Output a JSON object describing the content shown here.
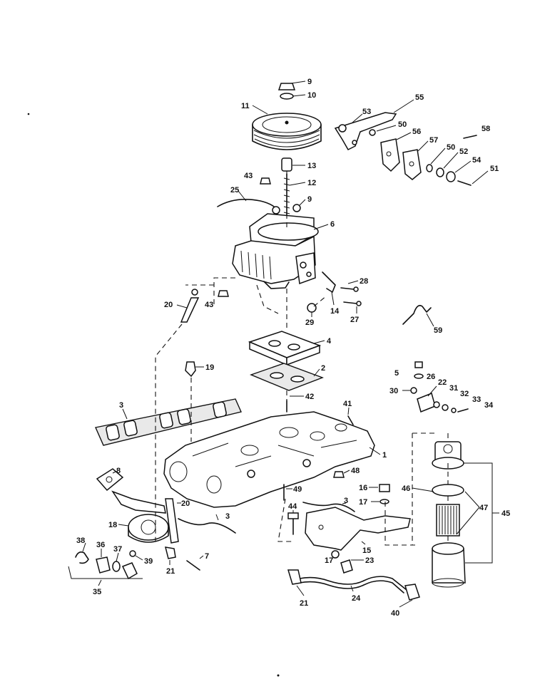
{
  "callouts": [
    "9",
    "10",
    "11",
    "13",
    "12",
    "43",
    "25",
    "9",
    "6",
    "55",
    "53",
    "50",
    "56",
    "57",
    "58",
    "50",
    "52",
    "54",
    "51",
    "20",
    "43",
    "28",
    "14",
    "27",
    "29",
    "59",
    "4",
    "19",
    "2",
    "5",
    "26",
    "30",
    "22",
    "31",
    "32",
    "33",
    "34",
    "3",
    "42",
    "41",
    "1",
    "8",
    "48",
    "16",
    "46",
    "47",
    "45",
    "18",
    "20",
    "3",
    "49",
    "44",
    "3",
    "17",
    "15",
    "38",
    "36",
    "37",
    "39",
    "21",
    "7",
    "35",
    "23",
    "17",
    "21",
    "24",
    "40"
  ]
}
